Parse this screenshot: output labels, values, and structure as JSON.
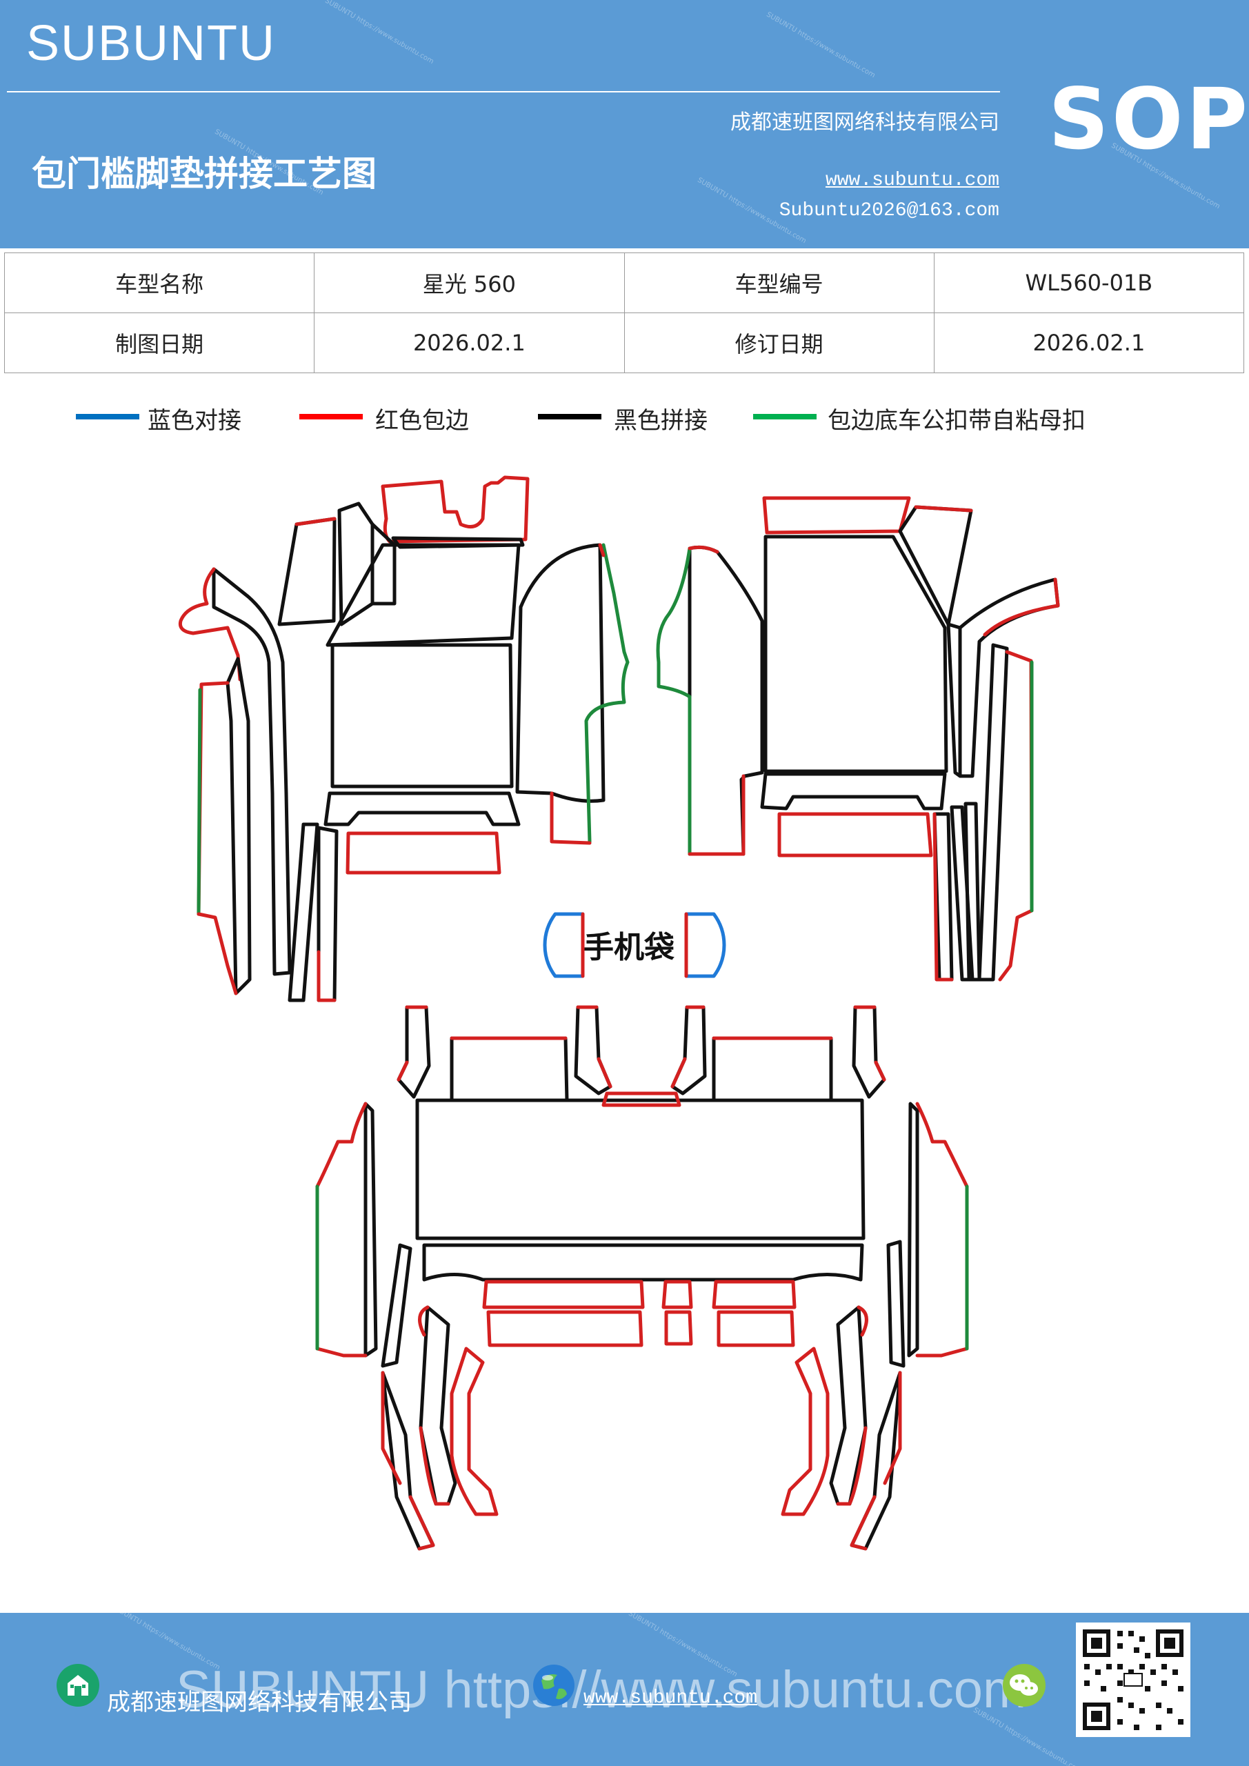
{
  "header": {
    "brand": "SUBUNTU",
    "title": "包门槛脚垫拼接工艺图",
    "company": "成都速班图网络科技有限公司",
    "website": "www.subuntu.com",
    "email": "Subuntu2026@163.com",
    "badge": "SOP"
  },
  "info_table": [
    {
      "label1": "车型名称",
      "value1": "星光 560",
      "label2": "车型编号",
      "value2": "WL560-01B"
    },
    {
      "label1": "制图日期",
      "value1": "2026.02.1",
      "label2": "修订日期",
      "value2": "2026.02.1"
    }
  ],
  "legend": [
    {
      "label": "蓝色对接",
      "color": "#0070c0"
    },
    {
      "label": "红色包边",
      "color": "#ff0000"
    },
    {
      "label": "黑色拼接",
      "color": "#000000"
    },
    {
      "label": "包边底车公扣带自粘母扣",
      "color": "#00b050"
    }
  ],
  "diagram": {
    "phone_pocket_label": "手机袋",
    "colors": {
      "black": "#111111",
      "red": "#d42020",
      "green": "#1e8a3c",
      "blue": "#1f7ad8"
    }
  },
  "footer": {
    "watermark": "SUBUNTU https://www.subuntu.com",
    "company": "成都速班图网络科技有限公司",
    "website": "www.subuntu.com",
    "icons": [
      "building-icon",
      "globe-icon",
      "wechat-icon",
      "qr-code"
    ]
  }
}
